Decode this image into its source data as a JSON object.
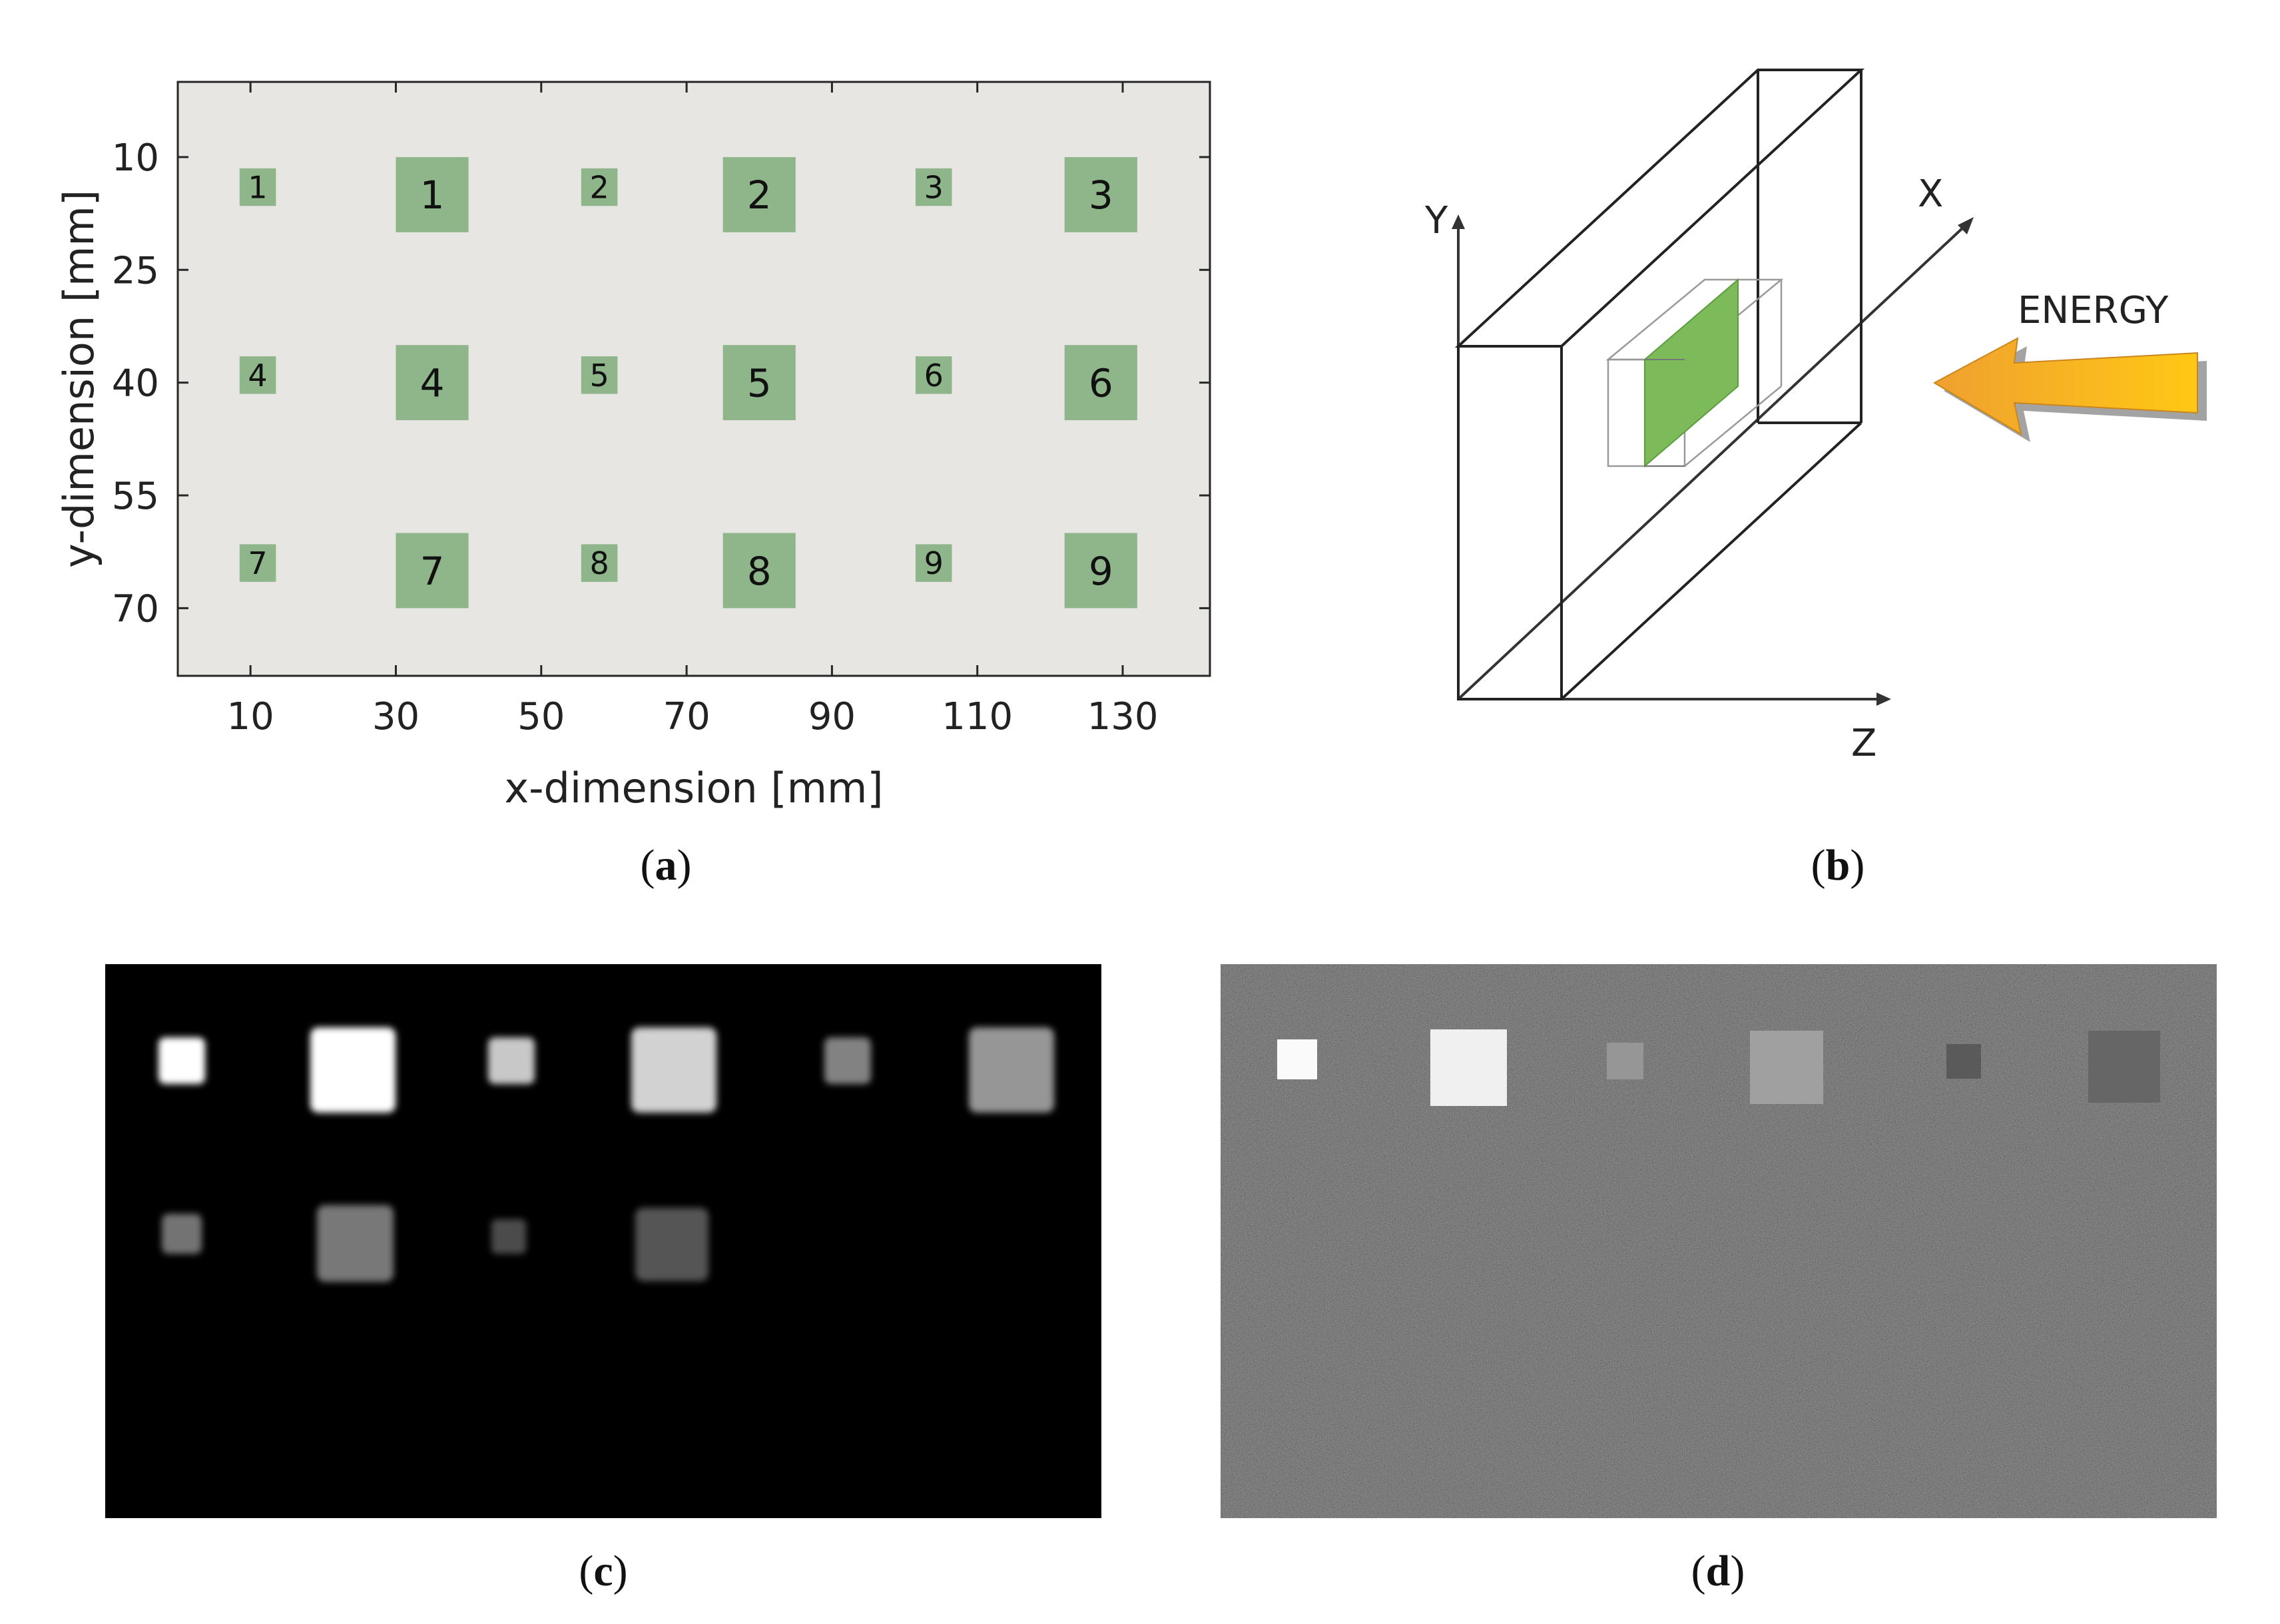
{
  "panel_a": {
    "caption_letter": "a",
    "chart_data": {
      "type": "scatter",
      "xlabel": "x-dimension [mm]",
      "ylabel": "y-dimension [mm]",
      "x_ticks": [
        10,
        30,
        50,
        70,
        90,
        110,
        130
      ],
      "y_ticks": [
        10,
        25,
        40,
        55,
        70
      ],
      "xlim": [
        0,
        142
      ],
      "ylim": [
        0,
        79
      ],
      "y_reversed": true,
      "grid": false,
      "background_color": "#e8e6e3",
      "square_color": "#8fb58a",
      "squares": [
        {
          "label": "1",
          "x": 11,
          "y": 14,
          "size": 5
        },
        {
          "label": "1",
          "x": 35,
          "y": 15,
          "size": 10
        },
        {
          "label": "2",
          "x": 58,
          "y": 14,
          "size": 5
        },
        {
          "label": "2",
          "x": 80,
          "y": 15,
          "size": 10
        },
        {
          "label": "3",
          "x": 104,
          "y": 14,
          "size": 5
        },
        {
          "label": "3",
          "x": 127,
          "y": 15,
          "size": 10
        },
        {
          "label": "4",
          "x": 11,
          "y": 39,
          "size": 5
        },
        {
          "label": "4",
          "x": 35,
          "y": 40,
          "size": 10
        },
        {
          "label": "5",
          "x": 58,
          "y": 39,
          "size": 5
        },
        {
          "label": "5",
          "x": 80,
          "y": 40,
          "size": 10
        },
        {
          "label": "6",
          "x": 104,
          "y": 39,
          "size": 5
        },
        {
          "label": "6",
          "x": 127,
          "y": 40,
          "size": 10
        },
        {
          "label": "7",
          "x": 11,
          "y": 64,
          "size": 5
        },
        {
          "label": "7",
          "x": 35,
          "y": 65,
          "size": 10
        },
        {
          "label": "8",
          "x": 58,
          "y": 64,
          "size": 5
        },
        {
          "label": "8",
          "x": 80,
          "y": 65,
          "size": 10
        },
        {
          "label": "9",
          "x": 104,
          "y": 64,
          "size": 5
        },
        {
          "label": "9",
          "x": 127,
          "y": 65,
          "size": 10
        }
      ]
    }
  },
  "panel_b": {
    "caption_letter": "b",
    "axis_labels": {
      "y": "Y",
      "x": "X",
      "z": "Z"
    },
    "energy_label": "ENERGY",
    "colors": {
      "slab_green": "#7dbb5a",
      "arrow_start": "#f0a030",
      "arrow_end": "#ffc814"
    }
  },
  "panel_c": {
    "caption_letter": "c",
    "image_description_intensities": [
      {
        "row": 1,
        "col": 1,
        "size": "small",
        "gray": 255
      },
      {
        "row": 1,
        "col": 2,
        "size": "large",
        "gray": 255
      },
      {
        "row": 1,
        "col": 3,
        "size": "small",
        "gray": 200
      },
      {
        "row": 1,
        "col": 4,
        "size": "large",
        "gray": 210
      },
      {
        "row": 1,
        "col": 5,
        "size": "small",
        "gray": 130
      },
      {
        "row": 1,
        "col": 6,
        "size": "large",
        "gray": 150
      },
      {
        "row": 2,
        "col": 1,
        "size": "small",
        "gray": 115
      },
      {
        "row": 2,
        "col": 2,
        "size": "large",
        "gray": 120
      },
      {
        "row": 2,
        "col": 3,
        "size": "small",
        "gray": 75
      },
      {
        "row": 2,
        "col": 4,
        "size": "large",
        "gray": 85
      }
    ]
  },
  "panel_d": {
    "caption_letter": "d",
    "image_description_intensities": [
      {
        "col": 1,
        "size": "small",
        "gray": 250
      },
      {
        "col": 2,
        "size": "large",
        "gray": 240
      },
      {
        "col": 3,
        "size": "small",
        "gray": 150
      },
      {
        "col": 4,
        "size": "large",
        "gray": 160
      },
      {
        "col": 5,
        "size": "small",
        "gray": 90
      },
      {
        "col": 6,
        "size": "large",
        "gray": 100
      }
    ]
  }
}
